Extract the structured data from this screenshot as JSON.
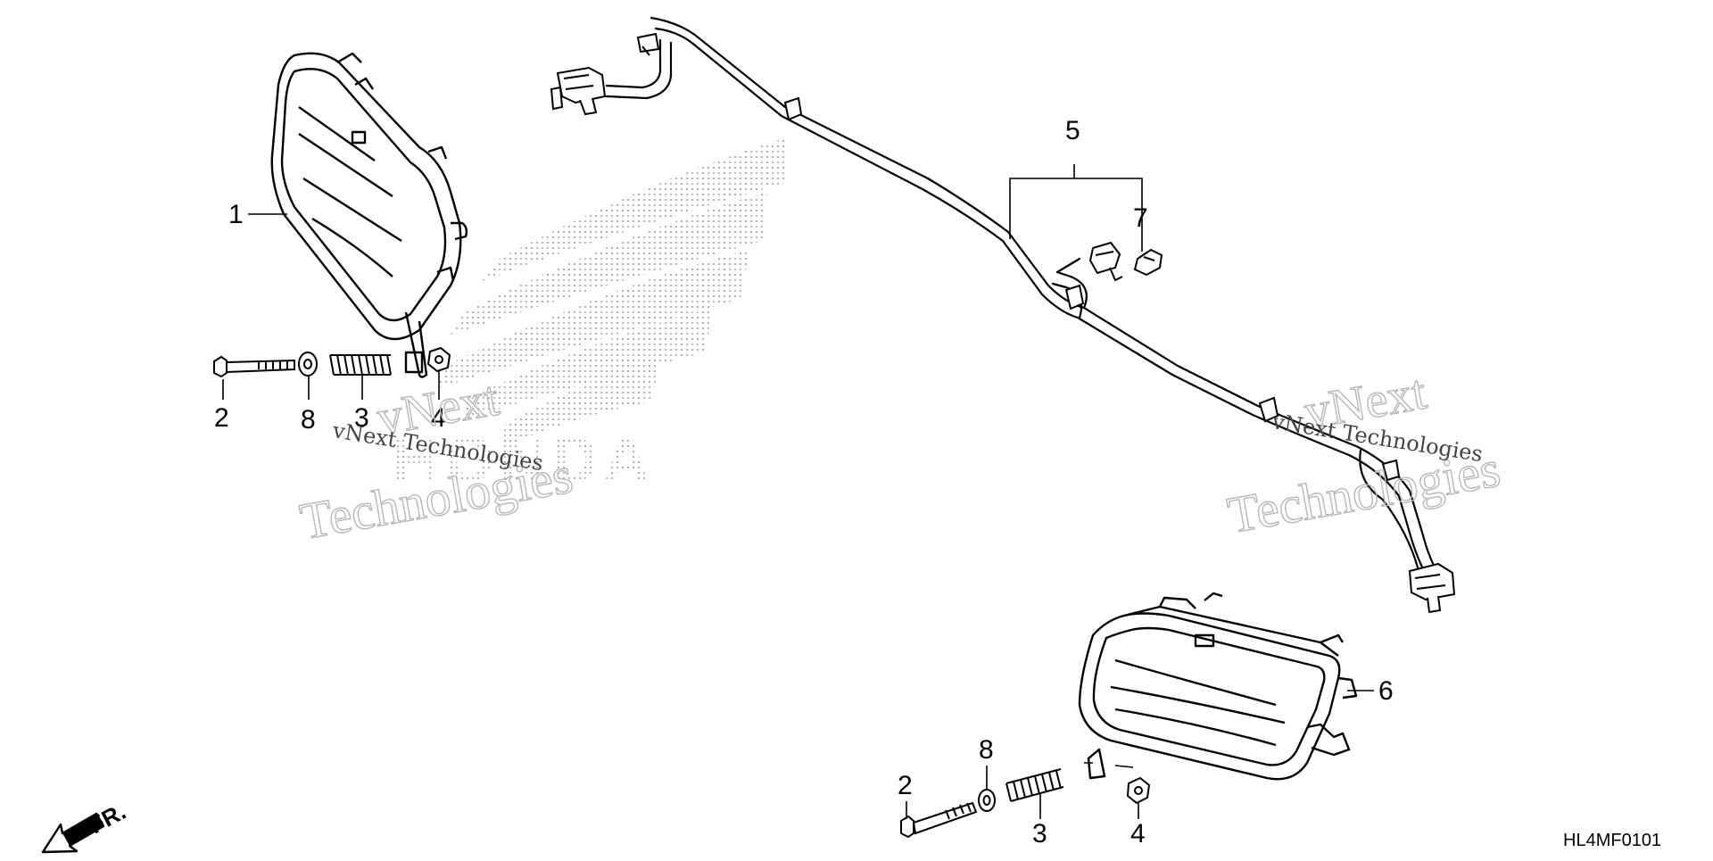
{
  "diagram": {
    "callouts": {
      "c1": "1",
      "c2a": "2",
      "c8a": "8",
      "c3a": "3",
      "c4a": "4",
      "c5": "5",
      "c7": "7",
      "c6": "6",
      "c8b": "8",
      "c2b": "2",
      "c3b": "3",
      "c4b": "4"
    },
    "watermark": {
      "line1": "vNext",
      "line2": "Technologies",
      "small": "vNext Technologies"
    },
    "brand_mark_text": "HONDA",
    "direction_label": "FR.",
    "diagram_code": "HL4MF0101"
  }
}
